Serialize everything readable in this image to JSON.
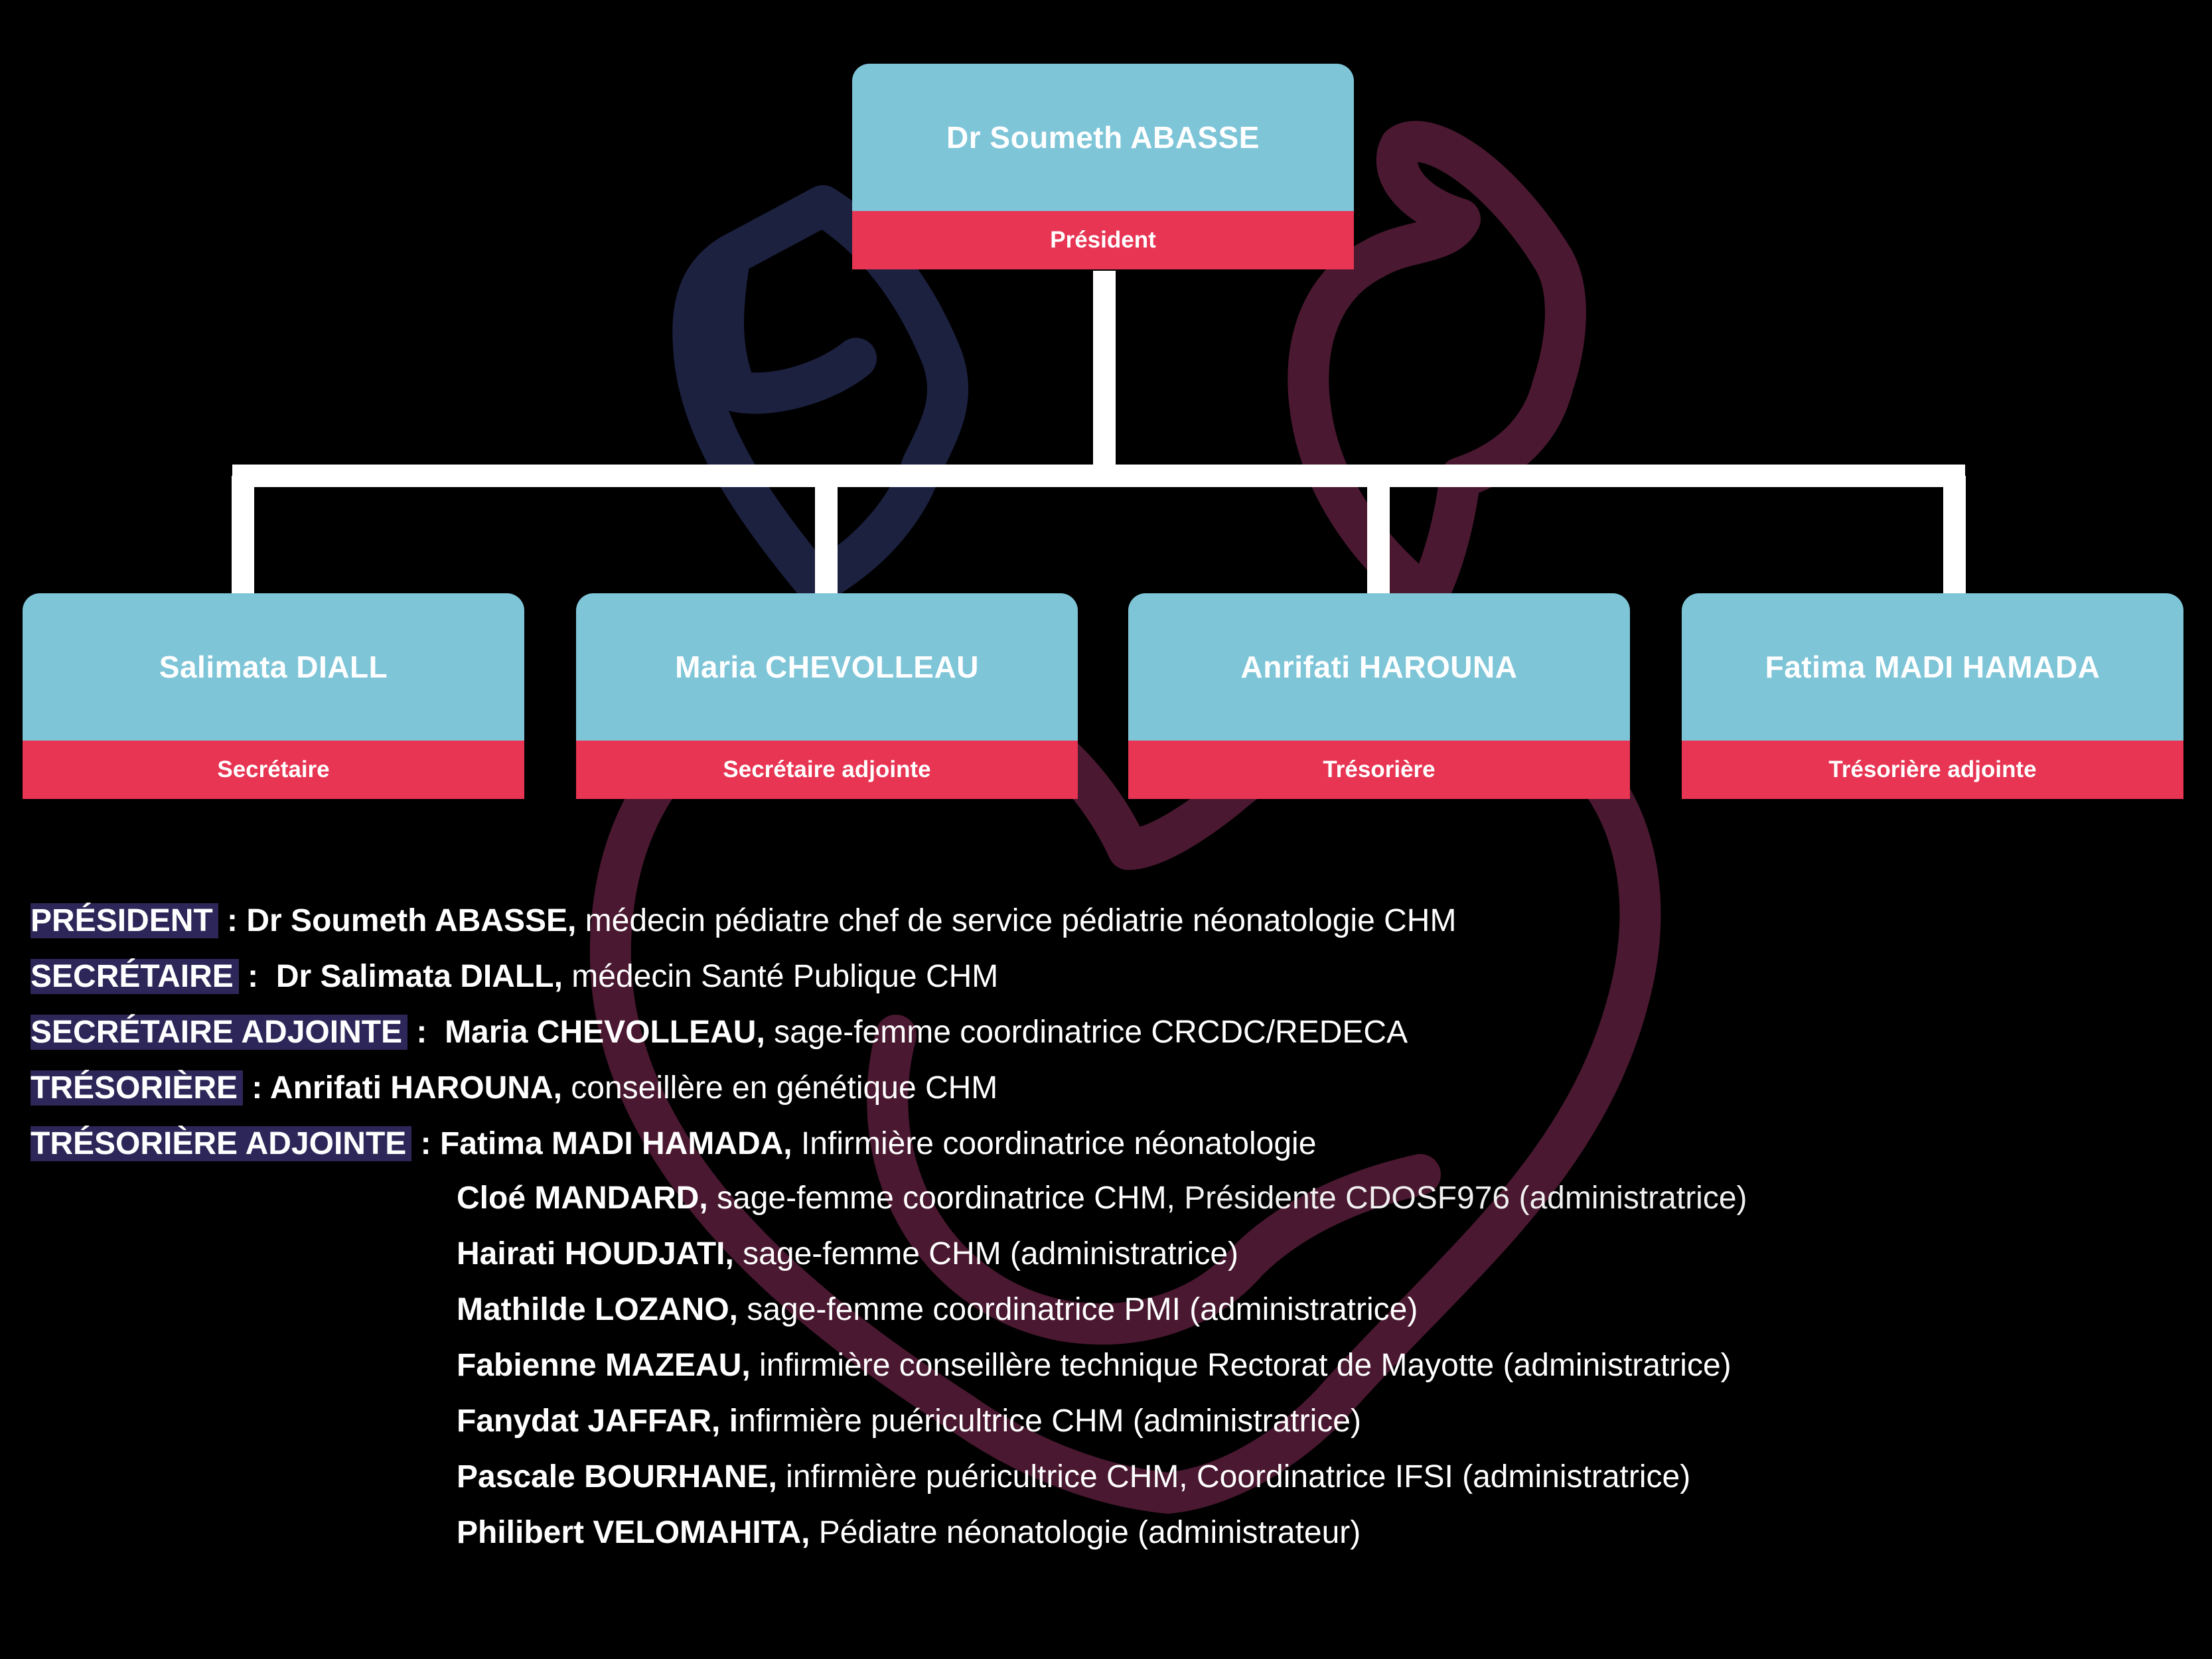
{
  "president_card": {
    "name": "Dr Soumeth ABASSE",
    "role": "Président"
  },
  "member_cards": [
    {
      "name": "Salimata DIALL",
      "role": "Secrétaire"
    },
    {
      "name": "Maria CHEVOLLEAU",
      "role": "Secrétaire adjointe"
    },
    {
      "name": "Anrifati HAROUNA",
      "role": "Trésorière"
    },
    {
      "name": "Fatima MADI HAMADA",
      "role": "Trésorière adjointe"
    }
  ],
  "board_list": [
    {
      "label": "PRÉSIDENT",
      "sep": " : ",
      "person": "Dr Soumeth ABASSE,",
      "desc": " médecin pédiatre chef de service pédiatrie néonatologie CHM"
    },
    {
      "label": "SECRÉTAIRE",
      "sep": " :  ",
      "person": "Dr Salimata DIALL,",
      "desc": " médecin Santé Publique CHM"
    },
    {
      "label": "SECRÉTAIRE ADJOINTE",
      "sep": " :  ",
      "person": "Maria CHEVOLLEAU,",
      "desc": " sage-femme coordinatrice CRCDC/REDECA"
    },
    {
      "label": "TRÉSORIÈRE",
      "sep": " : ",
      "person": "Anrifati HAROUNA,",
      "desc": " conseillère en génétique CHM"
    },
    {
      "label": "TRÉSORIÈRE ADJOINTE",
      "sep": " : ",
      "person": "Fatima MADI HAMADA,",
      "desc": " Infirmière coordinatrice néonatologie"
    }
  ],
  "administrators": [
    {
      "person": "Cloé MANDARD,",
      "desc": " sage-femme coordinatrice CHM,",
      "extra": " Présidente CDOSF976 (administratrice)"
    },
    {
      "person": "Hairati HOUDJATI,",
      "desc": " sage-femme CHM (administratrice)"
    },
    {
      "person": "Mathilde LOZANO,",
      "desc": " sage-femme coordinatrice PMI (administratrice)"
    },
    {
      "person": "Fabienne MAZEAU,",
      "desc": " infirmière conseillère technique Rectorat de Mayotte (administratrice)"
    },
    {
      "person": "Fanydat JAFFAR, i",
      "desc": "nfirmière puéricultrice CHM (administratrice)"
    },
    {
      "person": "Pascale BOURHANE,",
      "desc": " infirmière puéricultrice CHM, Coordinatrice IFSI (administratrice)"
    },
    {
      "person": "Philibert VELOMAHITA,",
      "desc": " Pédiatre néonatologie (administrateur)"
    }
  ],
  "colors": {
    "name_bg": "#7ec5d8",
    "role_bg": "#e73553",
    "label_bg": "#2c2758",
    "connector": "#ffffff",
    "watermark_navy": "#1c2140",
    "watermark_maroon": "#4a1830"
  }
}
